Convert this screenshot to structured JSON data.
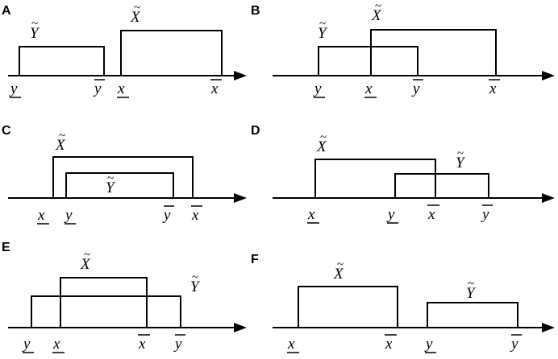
{
  "panels": {
    "A": {
      "letter": "A",
      "labels": {
        "Y": "Y",
        "X": "X",
        "y_low": "y",
        "y_up": "y",
        "x_low": "x",
        "x_up": "x"
      }
    },
    "B": {
      "letter": "B",
      "labels": {
        "Y": "Y",
        "X": "X",
        "y_low": "y",
        "x_low": "x",
        "y_up": "y",
        "x_up": "x"
      }
    },
    "C": {
      "letter": "C",
      "labels": {
        "X": "X",
        "Y": "Y",
        "x_low": "x",
        "y_low": "y",
        "y_up": "y",
        "x_up": "x"
      }
    },
    "D": {
      "letter": "D",
      "labels": {
        "X": "X",
        "Y": "Y",
        "x_low": "x",
        "y_low": "y",
        "x_up": "x",
        "y_up": "y"
      }
    },
    "E": {
      "letter": "E",
      "labels": {
        "X": "X",
        "Y": "Y",
        "y_low": "y",
        "x_low": "x",
        "x_up": "x",
        "y_up": "y"
      }
    },
    "F": {
      "letter": "F",
      "labels": {
        "X": "X",
        "Y": "Y",
        "x_low": "x",
        "x_up": "x",
        "y_low": "y",
        "y_up": "y"
      }
    }
  }
}
